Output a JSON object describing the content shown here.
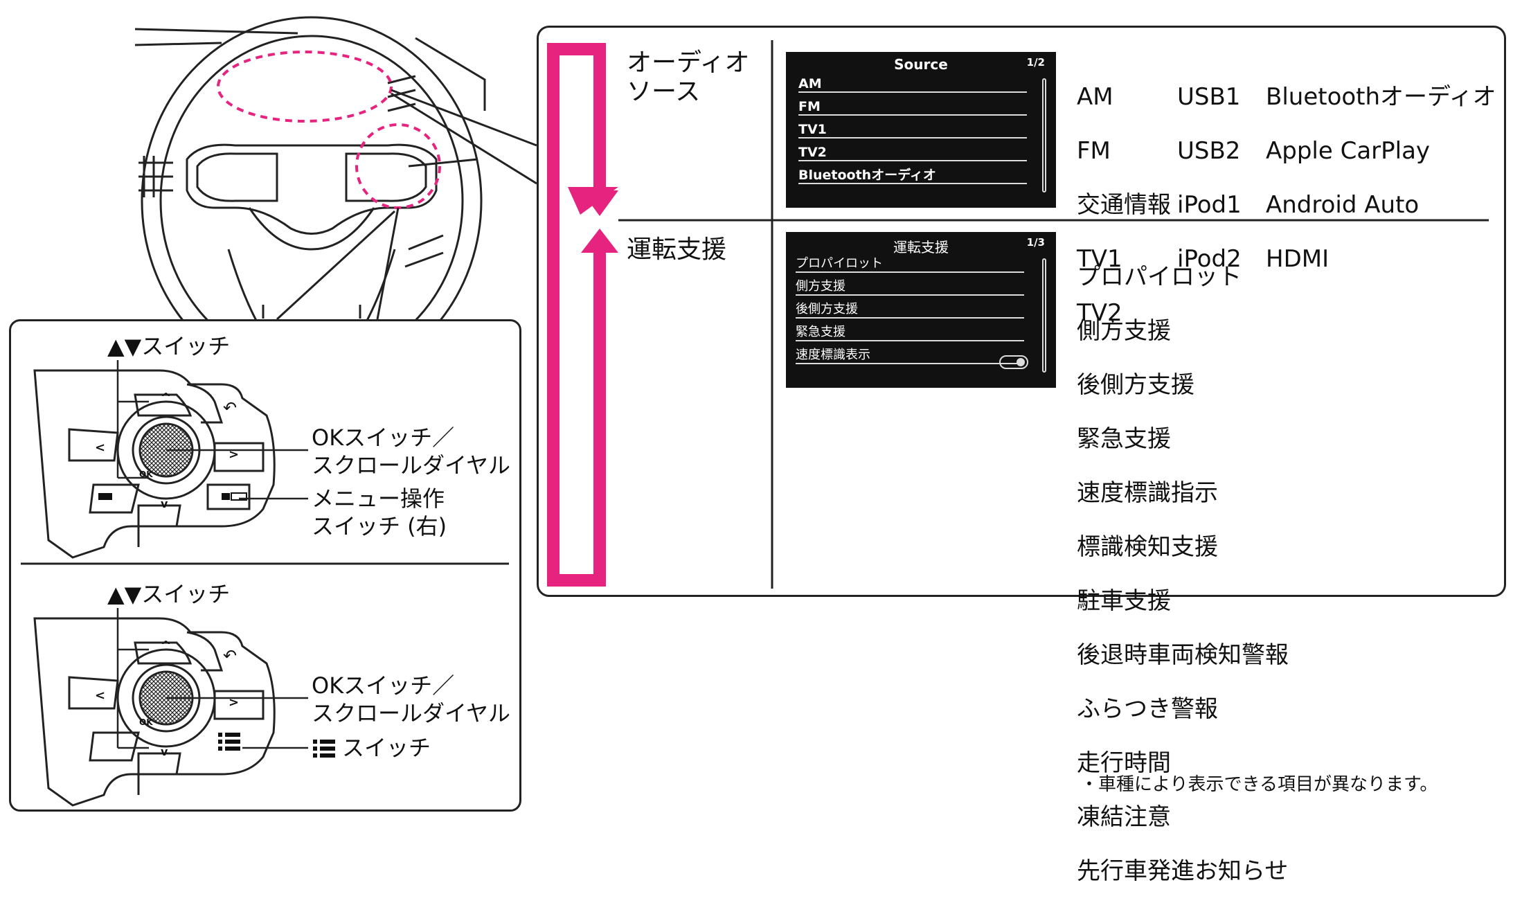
{
  "audio_section": {
    "label": "オーディオ\nソース",
    "screen": {
      "title": "Source",
      "page": "1/2",
      "rows": [
        "AM",
        "FM",
        "TV1",
        "TV2",
        "Bluetoothオーディオ"
      ]
    },
    "list_col1": [
      "AM",
      "FM",
      "交通情報",
      "TV1",
      "TV2"
    ],
    "list_col2": [
      "USB1",
      "USB2",
      "iPod1",
      "iPod2"
    ],
    "list_col3": [
      "Bluetoothオーディオ",
      "Apple CarPlay",
      "Android Auto",
      "HDMI"
    ]
  },
  "driving_section": {
    "label": "運転支援",
    "screen": {
      "title": "運転支援",
      "page": "1/3",
      "rows": [
        "プロパイロット",
        "側方支援",
        "後側方支援",
        "緊急支援",
        "速度標識表示"
      ]
    },
    "list": [
      "プロパイロット",
      "側方支援",
      "後側方支援",
      "緊急支援",
      "速度標識指示",
      "標識検知支援",
      "駐車支援",
      "後退時車両検知警報",
      "ふらつき警報",
      "走行時間",
      "凍結注意",
      "先行車発進お知らせ"
    ]
  },
  "switch_top": {
    "updown_label": "▲▼スイッチ",
    "ok_label": "OKスイッチ／\nスクロールダイヤル",
    "menu_label": "メニュー操作\nスイッチ (右)"
  },
  "switch_bottom": {
    "updown_label": "▲▼スイッチ",
    "ok_label": "OKスイッチ／\nスクロールダイヤル",
    "list_label": "スイッチ"
  },
  "button_glyphs": {
    "up": "^",
    "down": "v",
    "left": "<",
    "right": ">",
    "ok": "OK",
    "back": "↶"
  },
  "note": "・車種により表示できる項目が異なります。",
  "colors": {
    "accent": "#e6237e",
    "screen_bg": "#111111"
  }
}
